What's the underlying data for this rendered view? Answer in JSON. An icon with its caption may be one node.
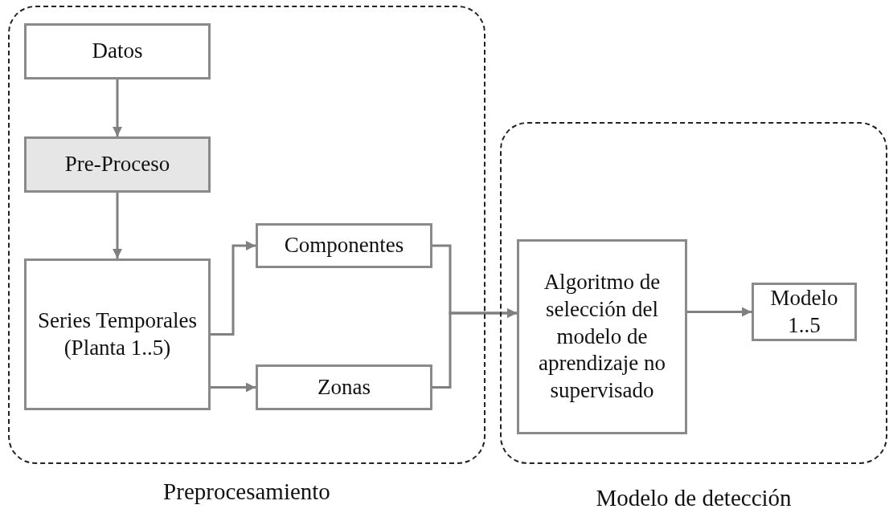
{
  "diagram": {
    "nodes": [
      {
        "text": [
          "Preprocesamiento"
        ]
      },
      {
        "text": [
          "Datos"
        ],
        "in": 0
      },
      {
        "text": [
          "Pre-Proceso"
        ],
        "in": 0
      },
      {
        "text": [
          "Series Temporales (Planta 1..5)"
        ],
        "in": 0
      },
      {
        "text": [
          "Componentes"
        ],
        "in": 0
      },
      {
        "text": [
          "Zonas"
        ],
        "in": 0
      },
      {
        "text": [
          "Modelo de detección"
        ]
      },
      {
        "text": [
          "Algoritmo de selección del modelo de aprendizaje no supervisado"
        ],
        "in": 6
      },
      {
        "text": [
          "Modelo 1..5"
        ],
        "in": 6
      }
    ],
    "edges": [
      {
        "from": 1,
        "to": 2,
        "arrow": "to"
      },
      {
        "from": 2,
        "to": 3,
        "arrow": "to"
      },
      {
        "from": 3,
        "to": 4,
        "arrow": "to"
      },
      {
        "from": 3,
        "to": 5,
        "arrow": "to"
      },
      {
        "from": 4,
        "to": 7,
        "arrow": "to"
      },
      {
        "from": 5,
        "to": 7,
        "arrow": "to"
      },
      {
        "from": 7,
        "to": 8,
        "arrow": "to"
      }
    ]
  }
}
